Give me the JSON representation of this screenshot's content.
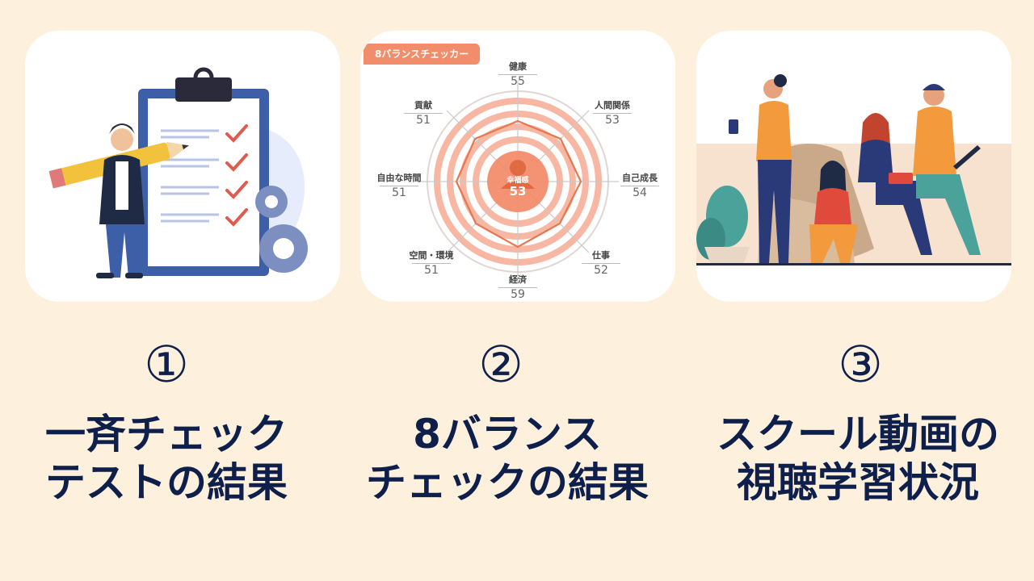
{
  "items": [
    {
      "number": "①",
      "caption_lines": [
        "一斉チェック",
        "テストの結果"
      ],
      "illustration": "clipboard-checklist-with-person-pencil-gears"
    },
    {
      "number": "②",
      "caption_lines": [
        "8バランス",
        "チェックの結果"
      ],
      "illustration": "radar-chart",
      "badge": "8バランスチェッカー",
      "center": {
        "label": "幸福感",
        "value": "53"
      },
      "axes": [
        {
          "label": "健康",
          "value": "55"
        },
        {
          "label": "人間関係",
          "value": "53"
        },
        {
          "label": "自己成長",
          "value": "54"
        },
        {
          "label": "仕事",
          "value": "52"
        },
        {
          "label": "経済",
          "value": "59"
        },
        {
          "label": "空間・環境",
          "value": "51"
        },
        {
          "label": "自由な時間",
          "value": "51"
        },
        {
          "label": "貢献",
          "value": "51"
        }
      ]
    },
    {
      "number": "③",
      "caption_lines": [
        "スクール動画の",
        "視聴学習状況"
      ],
      "illustration": "group-people-with-devices"
    }
  ],
  "colors": {
    "background": "#fdf0dd",
    "text": "#0d1f4a",
    "accent_orange": "#f28d6b",
    "clipboard_blue": "#3d5fa8"
  }
}
